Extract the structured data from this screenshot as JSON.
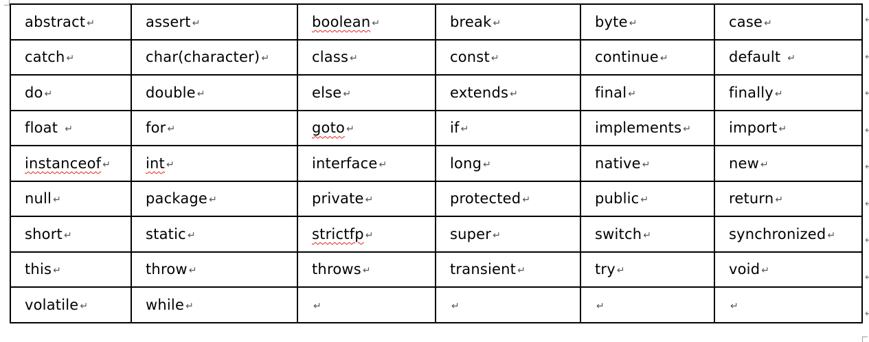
{
  "paragraph_mark": "↵",
  "keywords_table": {
    "rows": [
      [
        {
          "text": "abstract",
          "squiggle": false
        },
        {
          "text": "assert",
          "squiggle": false
        },
        {
          "text": "boolean",
          "squiggle": true
        },
        {
          "text": "break",
          "squiggle": false
        },
        {
          "text": "byte",
          "squiggle": false
        },
        {
          "text": "case",
          "squiggle": false
        }
      ],
      [
        {
          "text": "catch",
          "squiggle": false
        },
        {
          "text": "char(character)",
          "squiggle": false
        },
        {
          "text": "class",
          "squiggle": false
        },
        {
          "text": "const",
          "squiggle": false
        },
        {
          "text": "continue",
          "squiggle": false
        },
        {
          "text": "default",
          "squiggle": false,
          "trailing_space": true
        }
      ],
      [
        {
          "text": "do",
          "squiggle": false
        },
        {
          "text": "double",
          "squiggle": false
        },
        {
          "text": "else",
          "squiggle": false
        },
        {
          "text": "extends",
          "squiggle": false
        },
        {
          "text": "final",
          "squiggle": false
        },
        {
          "text": "finally",
          "squiggle": false
        }
      ],
      [
        {
          "text": "float",
          "squiggle": false,
          "trailing_space": true
        },
        {
          "text": "for",
          "squiggle": false
        },
        {
          "text": "goto",
          "squiggle": true
        },
        {
          "text": "if",
          "squiggle": false
        },
        {
          "text": "implements",
          "squiggle": false
        },
        {
          "text": "import",
          "squiggle": false
        }
      ],
      [
        {
          "text": "instanceof",
          "squiggle": true
        },
        {
          "text": "int",
          "squiggle": true
        },
        {
          "text": "interface",
          "squiggle": false
        },
        {
          "text": "long",
          "squiggle": false
        },
        {
          "text": "native",
          "squiggle": false
        },
        {
          "text": "new",
          "squiggle": false
        }
      ],
      [
        {
          "text": "null",
          "squiggle": false
        },
        {
          "text": "package",
          "squiggle": false
        },
        {
          "text": "private",
          "squiggle": false
        },
        {
          "text": "protected",
          "squiggle": false
        },
        {
          "text": "public",
          "squiggle": false
        },
        {
          "text": "return",
          "squiggle": false
        }
      ],
      [
        {
          "text": "short",
          "squiggle": false
        },
        {
          "text": "static",
          "squiggle": false
        },
        {
          "text": "strictfp",
          "squiggle": true
        },
        {
          "text": "super",
          "squiggle": false
        },
        {
          "text": "switch",
          "squiggle": false
        },
        {
          "text": "synchronized",
          "squiggle": false
        }
      ],
      [
        {
          "text": "this",
          "squiggle": false
        },
        {
          "text": "throw",
          "squiggle": false
        },
        {
          "text": "throws",
          "squiggle": false
        },
        {
          "text": "transient",
          "squiggle": false
        },
        {
          "text": "try",
          "squiggle": false
        },
        {
          "text": "void",
          "squiggle": false
        }
      ],
      [
        {
          "text": "volatile",
          "squiggle": false
        },
        {
          "text": "while",
          "squiggle": false
        },
        {
          "text": "",
          "squiggle": false
        },
        {
          "text": "",
          "squiggle": false
        },
        {
          "text": "",
          "squiggle": false
        },
        {
          "text": "",
          "squiggle": false
        }
      ]
    ]
  }
}
